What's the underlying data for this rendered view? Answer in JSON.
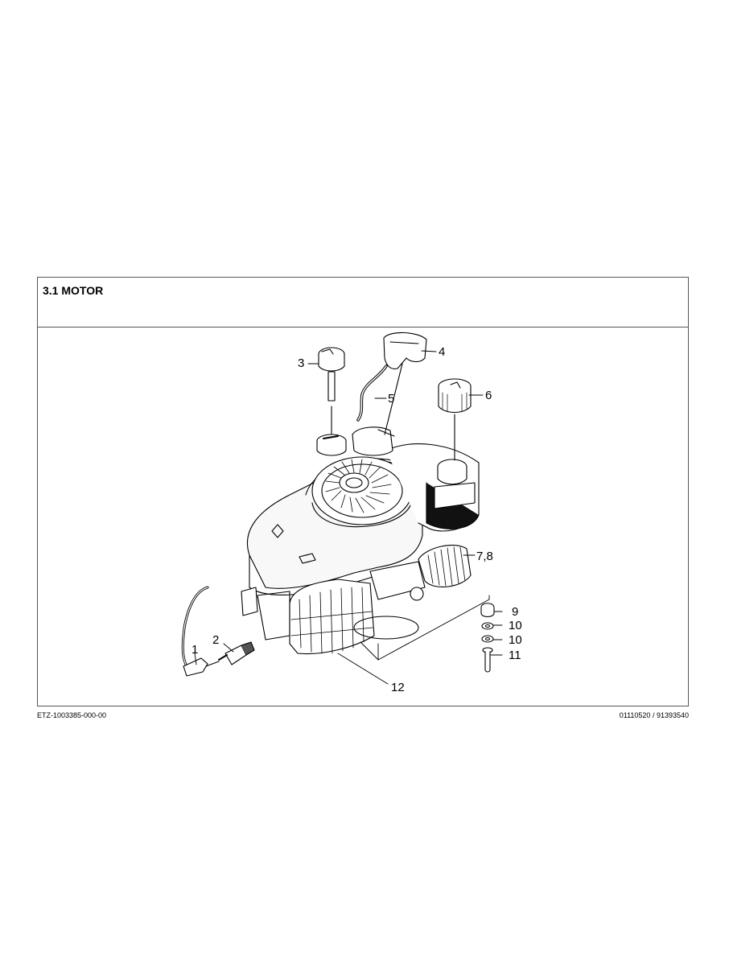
{
  "section": {
    "title": "3.1 MOTOR"
  },
  "callouts": {
    "c1": "1",
    "c2": "2",
    "c3": "3",
    "c4": "4",
    "c5": "5",
    "c6": "6",
    "c78": "7,8",
    "c9": "9",
    "c10a": "10",
    "c10b": "10",
    "c11": "11",
    "c12": "12"
  },
  "footer": {
    "left": "ETZ-1003385-000-00",
    "right": "01110520 / 91393540"
  }
}
